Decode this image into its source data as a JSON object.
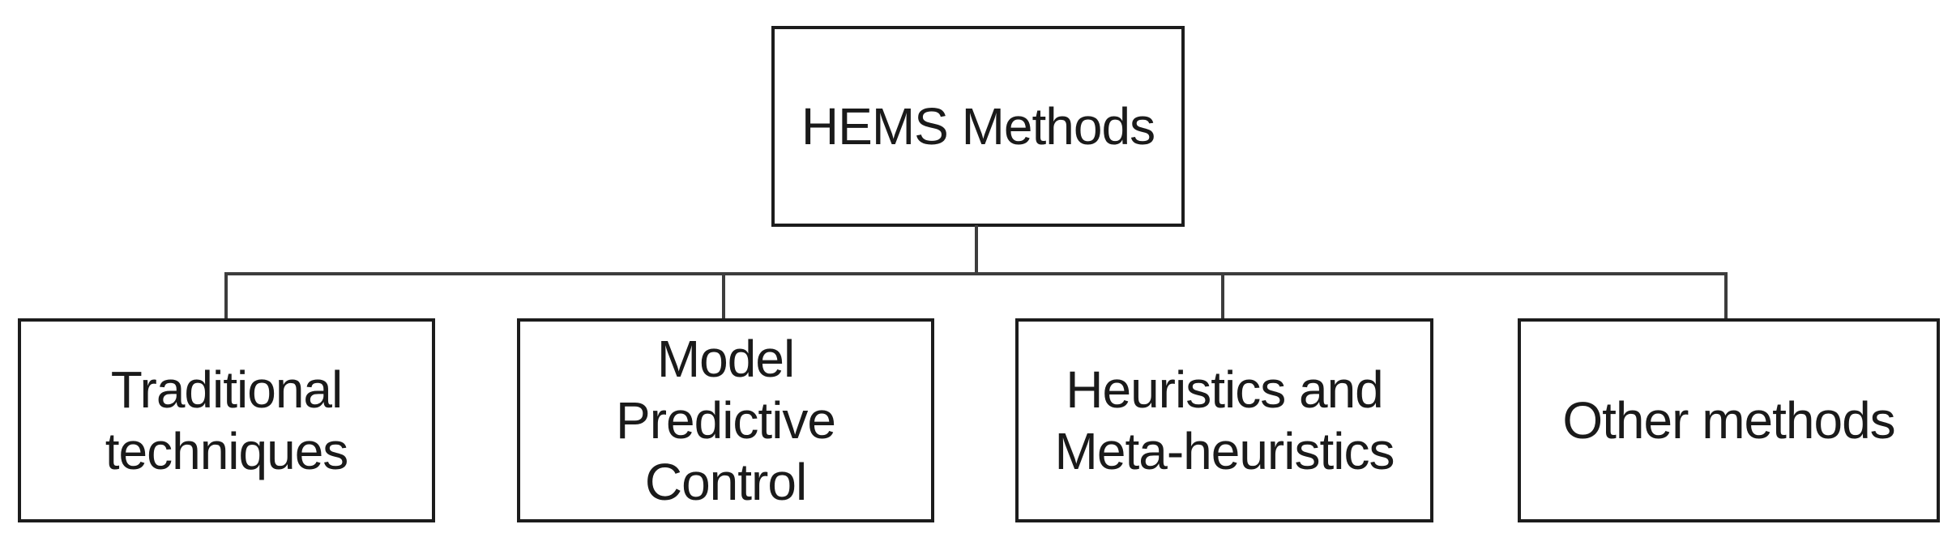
{
  "diagram": {
    "type": "hierarchy-flowchart",
    "colors": {
      "background": "#ffffff",
      "box_fill": "#ffffff",
      "box_border": "#1c1c1c",
      "connector_line": "#3d3d3d",
      "text": "#1a1a1a"
    },
    "tree": {
      "root": {
        "label": "HEMS Methods",
        "lines": [
          "HEMS Methods"
        ]
      },
      "children": [
        {
          "label": "Traditional techniques",
          "lines": [
            "Traditional",
            "techniques"
          ]
        },
        {
          "label": "Model Predictive Control",
          "lines": [
            "Model",
            "Predictive",
            "Control"
          ]
        },
        {
          "label": "Heuristics and Meta-heuristics",
          "lines": [
            "Heuristics and",
            "Meta-heuristics"
          ]
        },
        {
          "label": "Other methods",
          "lines": [
            "Other methods"
          ]
        }
      ]
    }
  }
}
